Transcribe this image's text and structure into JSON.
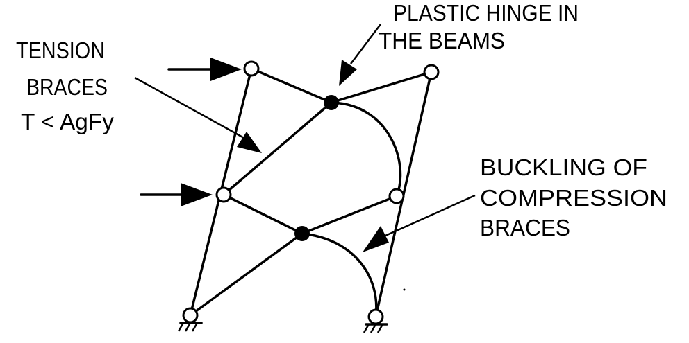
{
  "labels": {
    "tension_line1": "TENSION",
    "tension_line2": "BRACES",
    "tension_line3": "T < AgFy",
    "hinge_line1": "PLASTIC HINGE IN",
    "hinge_line2": "THE BEAMS",
    "buckling_line1": "BUCKLING OF",
    "buckling_line2": "COMPRESSION",
    "buckling_line3": "BRACES"
  },
  "colors": {
    "ink": "#000000",
    "paper": "#ffffff"
  }
}
